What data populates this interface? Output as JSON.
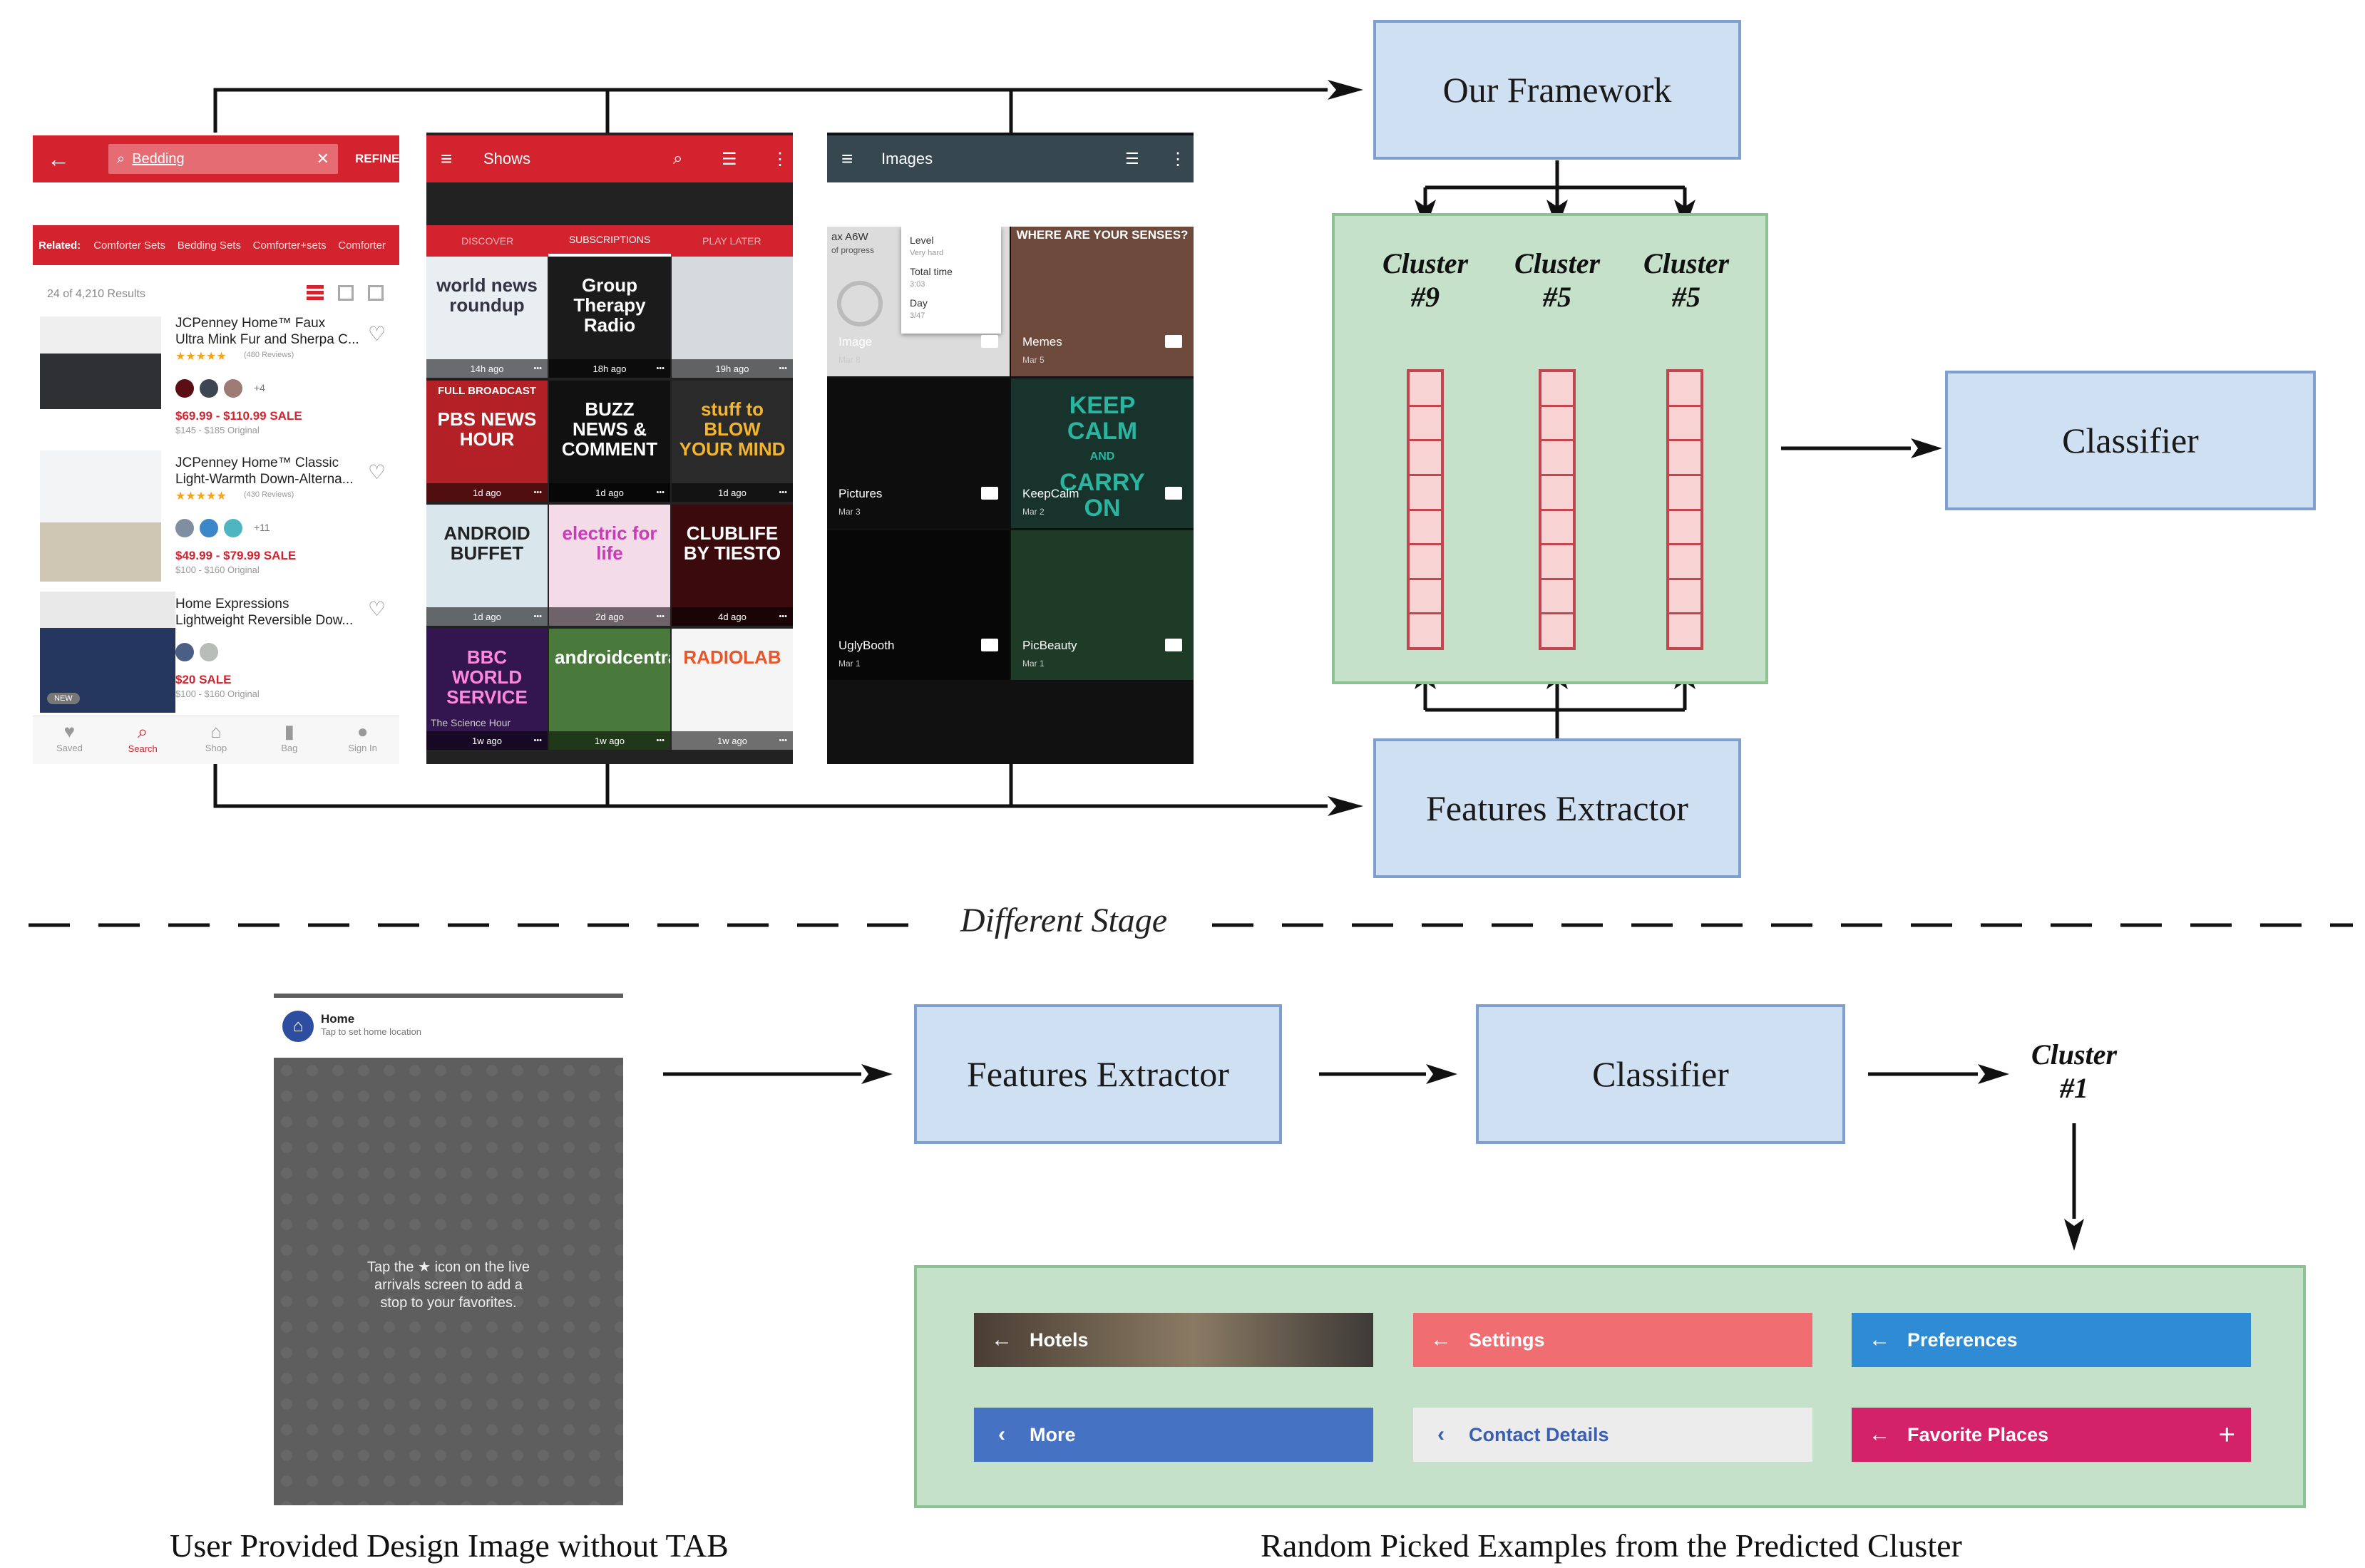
{
  "framework_label": "Our Framework",
  "classifier_label": "Classifier",
  "features_extractor_label": "Features Extractor",
  "clusters": [
    {
      "word": "Cluster",
      "num": "#9"
    },
    {
      "word": "Cluster",
      "num": "#5"
    },
    {
      "word": "Cluster",
      "num": "#5"
    }
  ],
  "stage_label": "Different Stage",
  "bottom": {
    "features_extractor": "Features Extractor",
    "classifier": "Classifier",
    "cluster_word": "Cluster",
    "cluster_num": "#1",
    "left_caption": "User Provided Design Image without TAB",
    "right_caption": "Random Picked Examples from the Predicted Cluster"
  },
  "shot1": {
    "search": "Bedding",
    "refine": "REFINE",
    "related": "Related:",
    "related_items": "Comforter Sets    Bedding Sets    Comforter+sets    Comforter",
    "results": "24 of 4,210 Results",
    "products": [
      {
        "name": "JCPenney Home™ Faux\nUltra Mink Fur and Sherpa C...",
        "reviews": "(480 Reviews)",
        "more": "+4",
        "price": "$69.99 - $110.99 SALE",
        "orig": "$145 - $185 Original"
      },
      {
        "name": "JCPenney Home™ Classic\nLight-Warmth Down-Alterna...",
        "reviews": "(430 Reviews)",
        "more": "+11",
        "price": "$49.99 - $79.99 SALE",
        "orig": "$100 - $160 Original"
      },
      {
        "name": "Home Expressions\nLightweight Reversible Dow...",
        "reviews": "",
        "more": "",
        "price": "$20 SALE",
        "orig": "$100 - $160 Original"
      }
    ],
    "new_badge": "NEW",
    "nav": [
      "Saved",
      "Search",
      "Shop",
      "Bag",
      "Sign In"
    ]
  },
  "shot2": {
    "title": "Shows",
    "tabs": [
      "DISCOVER",
      "SUBSCRIPTIONS",
      "PLAY LATER"
    ],
    "tiles": [
      {
        "name": "world news roundup",
        "time": "14h ago"
      },
      {
        "name": "Group Therapy Radio",
        "time": "18h ago"
      },
      {
        "name": "",
        "time": "19h ago"
      },
      {
        "name": "PBS NEWS HOUR",
        "banner": "FULL BROADCAST",
        "time": "1d ago"
      },
      {
        "name": "BUZZ NEWS & COMMENT",
        "time": "1d ago"
      },
      {
        "name": "stuff to BLOW YOUR MIND",
        "time": "1d ago"
      },
      {
        "name": "ANDROID BUFFET",
        "time": "1d ago"
      },
      {
        "name": "electric for life",
        "time": "2d ago"
      },
      {
        "name": "CLUBLIFE BY TIESTO",
        "time": "4d ago"
      },
      {
        "name": "BBC WORLD SERVICE",
        "sub": "The Science Hour",
        "time": "1w ago"
      },
      {
        "name": "androidcentral",
        "time": "1w ago"
      },
      {
        "name": "RADIOLAB",
        "time": "1w ago"
      }
    ]
  },
  "shot3": {
    "title": "Images",
    "dialog": {
      "l1": "Level",
      "v1": "Very hard",
      "l2": "Total time",
      "v2": "3:03",
      "l3": "Day",
      "v3": "3/47"
    },
    "top_left": "ax A6W",
    "top_left_sub": "of progress",
    "meme_caption": "WHERE ARE YOUR SENSES?",
    "folders": [
      {
        "name": "Image",
        "date": "Mar 8"
      },
      {
        "name": "Memes",
        "date": "Mar 5"
      },
      {
        "name": "Pictures",
        "date": "Mar 3"
      },
      {
        "name": "KeepCalm",
        "date": "Mar 2"
      },
      {
        "name": "UglyBooth",
        "date": "Mar 1"
      },
      {
        "name": "PicBeauty",
        "date": "Mar 1"
      }
    ],
    "keep_calm": [
      "KEEP",
      "CALM",
      "AND",
      "CARRY",
      "ON"
    ]
  },
  "design": {
    "title": "Home",
    "subtitle": "Tap to set home location",
    "message": "Tap the ★ icon on the live\narrivals screen to add a\nstop to your favorites."
  },
  "examples": [
    {
      "label": "Hotels",
      "color": "#5e5145",
      "icon": "←"
    },
    {
      "label": "Settings",
      "color": "#f06e72",
      "icon": "←"
    },
    {
      "label": "Preferences",
      "color": "#2f8cd4",
      "icon": "←"
    },
    {
      "label": "More",
      "color": "#4672c4",
      "icon": "‹"
    },
    {
      "label": "Contact Details",
      "color": "#ececec",
      "icon": "‹",
      "text_color": "#3a5fb0"
    },
    {
      "label": "Favorite Places",
      "color": "#d3216a",
      "icon": "←",
      "trailing": "+"
    }
  ]
}
